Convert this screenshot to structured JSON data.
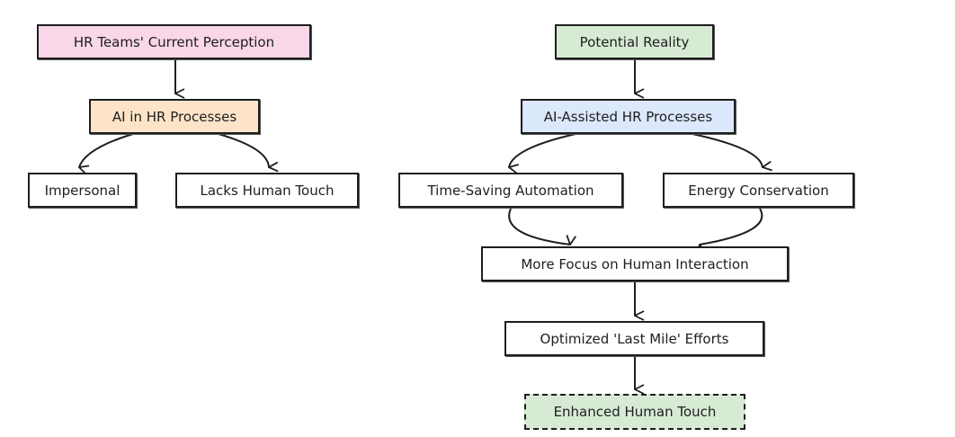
{
  "diagram": {
    "left": {
      "root": {
        "label": "HR Teams' Current Perception",
        "color": "#f9d6e8"
      },
      "middle": {
        "label": "AI in HR Processes",
        "color": "#fde4c9"
      },
      "leaves": [
        {
          "label": "Impersonal",
          "color": "#ffffff"
        },
        {
          "label": "Lacks Human Touch",
          "color": "#ffffff"
        }
      ]
    },
    "right": {
      "root": {
        "label": "Potential Reality",
        "color": "#d7ebd4"
      },
      "middle": {
        "label": "AI-Assisted HR Processes",
        "color": "#dce8fb"
      },
      "branches": [
        {
          "label": "Time-Saving Automation",
          "color": "#ffffff"
        },
        {
          "label": "Energy Conservation",
          "color": "#ffffff"
        }
      ],
      "merge": {
        "label": "More Focus on Human Interaction",
        "color": "#ffffff"
      },
      "step": {
        "label": "Optimized 'Last Mile' Efforts",
        "color": "#ffffff"
      },
      "outcome": {
        "label": "Enhanced Human Touch",
        "color": "#d7ebd4",
        "style": "dashed"
      }
    }
  }
}
